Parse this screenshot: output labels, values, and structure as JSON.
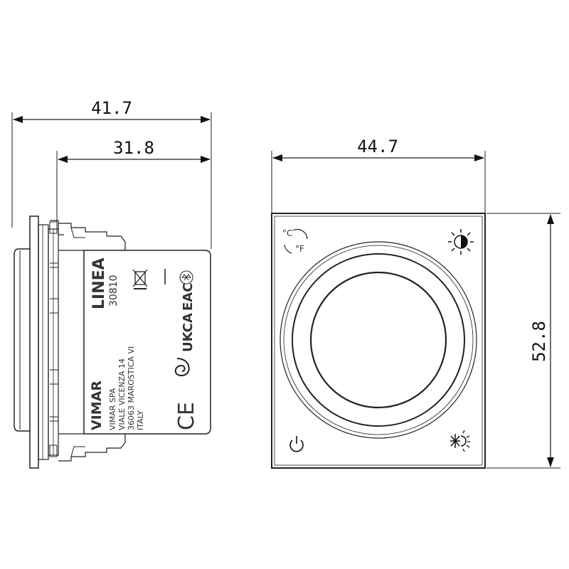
{
  "dimensions": {
    "side_total_width": "41.7",
    "side_body_width": "31.8",
    "front_width": "44.7",
    "front_height": "52.8"
  },
  "label": {
    "brand": "VIMAR",
    "series": "LINEA",
    "code": "30810",
    "company_lines": [
      "VIMAR SPA",
      "VIALE VICENZA 14",
      "36063 MAROSTICA VI",
      "ITALY"
    ],
    "marks": [
      "CE",
      "UKCA",
      "EAC"
    ]
  },
  "front_icons": {
    "unit_celsius": "°C",
    "unit_fahrenheit": "°F",
    "top_left": "celsius-fahrenheit-icon",
    "top_right": "brightness-icon",
    "bottom_left": "power-icon",
    "bottom_right": "heat-cool-icon"
  },
  "colors": {
    "line": "#222222",
    "background": "#ffffff"
  }
}
